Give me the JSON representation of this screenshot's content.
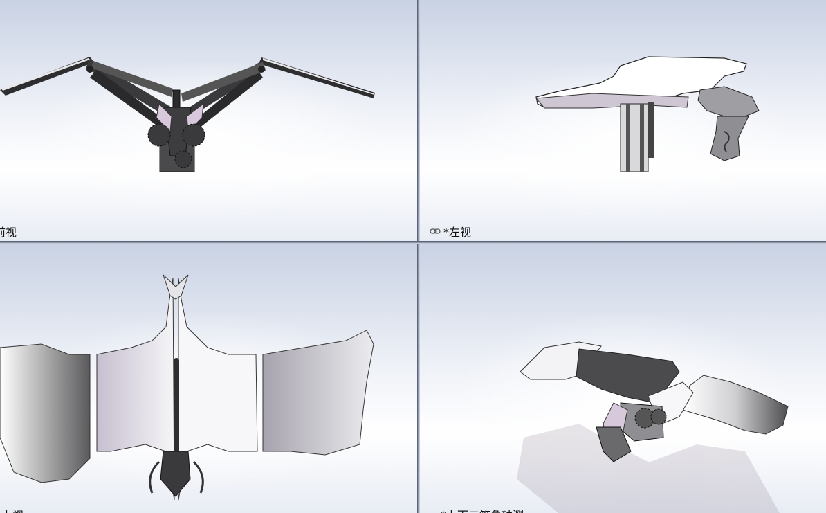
{
  "viewports": {
    "front": {
      "label": "前视"
    },
    "left": {
      "label": "*左视"
    },
    "top": {
      "label": "上视"
    },
    "iso": {
      "label": "*上下二等角轴测"
    }
  },
  "toolbar": {
    "icons": [
      "view-orientation-icon",
      "display-style-icon",
      "hide-show-icon",
      "edit-appearance-icon",
      "apply-scene-icon",
      "view-settings-icon",
      "section-view-icon",
      "zoom-to-fit-icon"
    ]
  },
  "colors": {
    "wing_light": "#f4f4f6",
    "wing_dark": "#4a4a4c",
    "membrane_tint": "#d8cfe0",
    "frame": "#3b3b3d",
    "background_top": "#c9d2e4"
  }
}
